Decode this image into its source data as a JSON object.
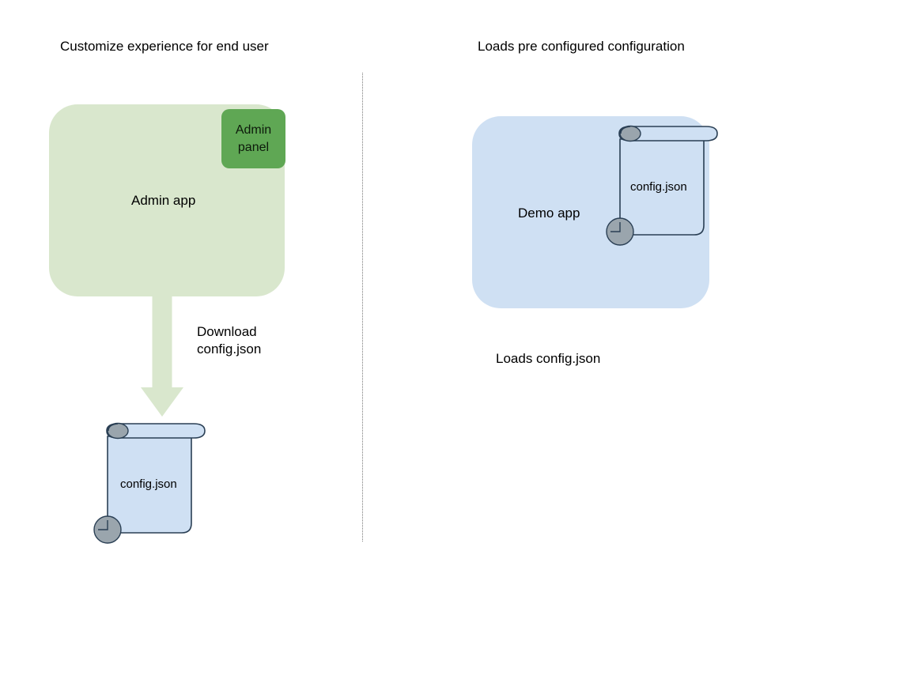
{
  "diagram": {
    "title_left": "Customize experience for end user",
    "title_right": "Loads pre configured configuration",
    "left_panel": {
      "app_label": "Admin app",
      "admin_panel_label": "Admin\npanel",
      "arrow_label": "Download\nconfig.json",
      "document_label": "config.json"
    },
    "right_panel": {
      "app_label": "Demo app",
      "document_label": "config.json",
      "caption": "Loads config.json"
    },
    "colors": {
      "admin_app_fill": "#d9e7cd",
      "admin_panel_fill": "#5fa754",
      "demo_app_fill": "#cfe0f3",
      "document_fill": "#cfe0f3",
      "document_stroke": "#2a3f54",
      "curl_fill": "#9aa5ad",
      "arrow_fill": "#d9e7cd",
      "divider_stroke": "#7a7a7a",
      "text": "#000000"
    },
    "icons": {
      "download_arrow": "arrow-down-icon",
      "document": "scroll-document-icon",
      "divider": "dotted-divider-icon"
    }
  }
}
